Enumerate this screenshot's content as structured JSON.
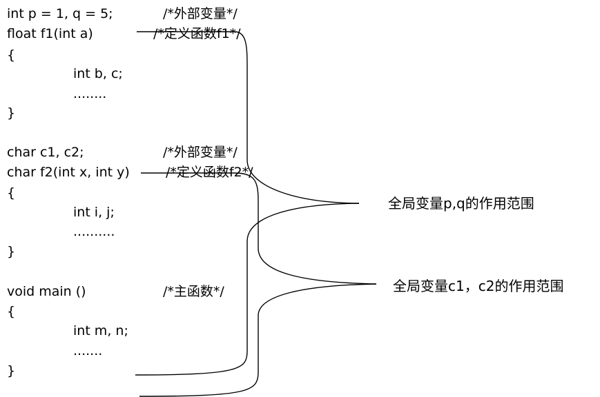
{
  "code": {
    "line1": "int p = 1, q = 5;",
    "comment1": "/*外部变量*/",
    "line2": "float f1(int a)",
    "comment2": "/*定义函数f1*/",
    "brace_open_1": "{",
    "line3": "int b, c;",
    "dots1": "........",
    "brace_close_1": "}",
    "line4": "char c1, c2;",
    "comment4": "/*外部变量*/",
    "line5": "char f2(int x, int y)",
    "comment5": "/*定义函数f2*/",
    "brace_open_2": "{",
    "line6": "int i, j;",
    "dots2": "..........",
    "brace_close_2": "}",
    "line7": "void main ()",
    "comment7": "/*主函数*/",
    "brace_open_3": "{",
    "line8": "int m, n;",
    "dots3": ".......",
    "brace_close_3": "}"
  },
  "annotations": {
    "scope_pq": "全局变量p,q的作用范围",
    "scope_c1c2": "全局变量c1，c2的作用范围"
  }
}
